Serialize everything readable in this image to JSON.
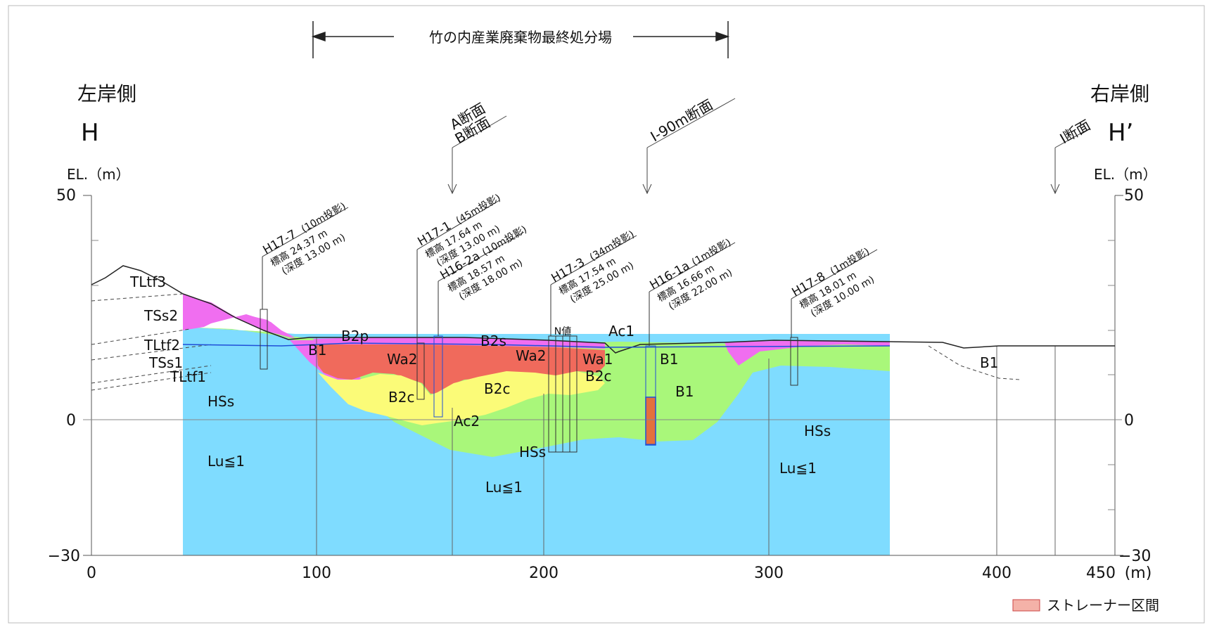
{
  "title": "竹の内産業廃棄物最終処分場",
  "sides": {
    "left_bank": "左岸側",
    "right_bank": "右岸側",
    "left_section": "H",
    "right_section": "H’",
    "axis_unit_left": "EL.（m）",
    "axis_unit_right": "EL.（m）"
  },
  "y_ticks": [
    "50",
    "0",
    "−30"
  ],
  "x_ticks": [
    "0",
    "100",
    "200",
    "300",
    "400",
    "450",
    "(m)"
  ],
  "section_marks": [
    "A断面",
    "B断面",
    "I-90m断面",
    "I断面"
  ],
  "layers": {
    "TLtf3": "TLtf3",
    "TSs2": "TSs2",
    "TLtf2": "TLtf2",
    "TSs1": "TSs1",
    "TLtf1": "TLtf1",
    "HSs": "HSs",
    "Lu1": "Lu≦1",
    "B1": "B1",
    "B2p": "B2p",
    "B2s": "B2s",
    "Wa2": "Wa2",
    "Wa1": "Wa1",
    "B2c": "B2c",
    "Ac1": "Ac1",
    "Ac2": "Ac2"
  },
  "boreholes": [
    {
      "id": "H17-7",
      "proj": "(10m投影)",
      "elev": "標高 24.37 m",
      "depth": "(深度 13.00 m)"
    },
    {
      "id": "H17-1",
      "proj": "(45m投影)",
      "elev": "標高 17.64 m",
      "depth": "(深度 13.00 m)"
    },
    {
      "id": "H16-2a",
      "proj": "(10m投影)",
      "elev": "標高 18.57 m",
      "depth": "(深度 18.00 m)"
    },
    {
      "id": "H17-3",
      "proj": "(34m投影)",
      "elev": "標高 17.54 m",
      "depth": "(深度 25.00 m)"
    },
    {
      "id": "H16-1a",
      "proj": "(1m投影)",
      "elev": "標高 16.66 m",
      "depth": "(深度 22.00 m)"
    },
    {
      "id": "H17-8",
      "proj": "(1m投影)",
      "elev": "標高 18.01 m",
      "depth": "(深度 10.00 m)"
    }
  ],
  "n_value_label": "N値",
  "legend": {
    "strainer": "ストレーナー区間"
  },
  "colors": {
    "magenta": "#f06ef0",
    "red": "#f06a5c",
    "yellow": "#fbfb78",
    "green": "#a9f77a",
    "cyan": "#7fdcff",
    "water": "#1f4fd8"
  }
}
